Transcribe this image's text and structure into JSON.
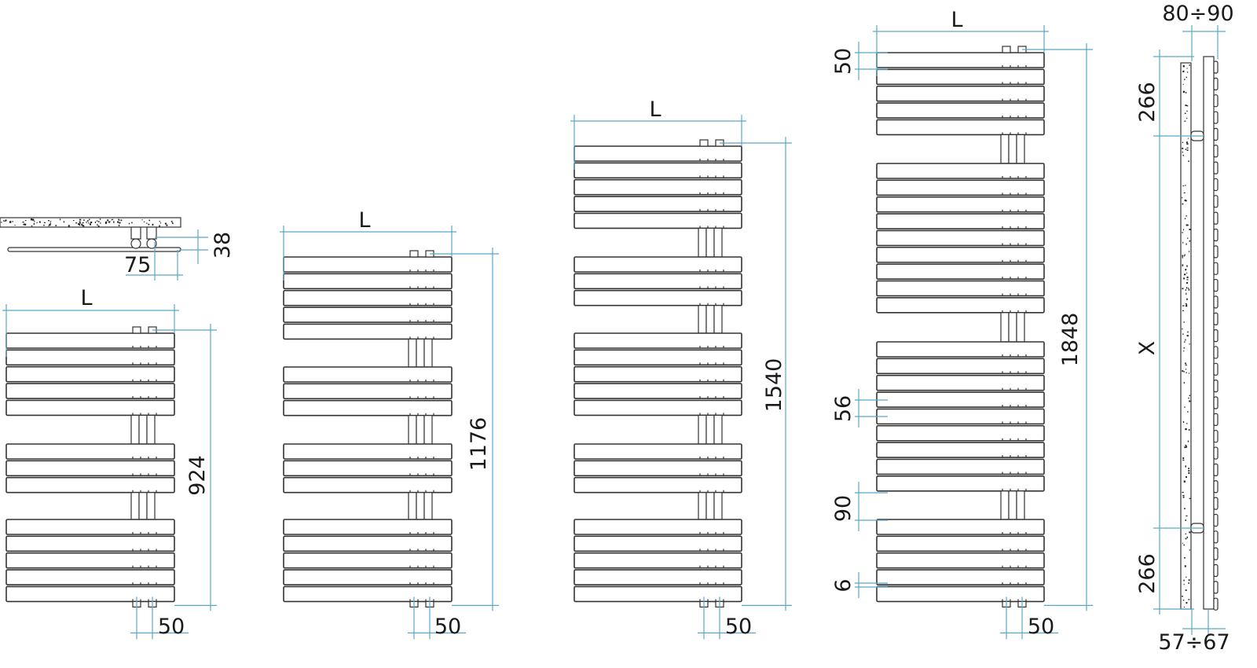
{
  "title": "Towel radiator dimension drawing",
  "colors": {
    "dimension_line": "#5aa7c8",
    "outline": "#333333"
  },
  "detail_top": {
    "offset_label": "75",
    "depth_label": "38"
  },
  "radiators": [
    {
      "width_label": "L",
      "height_label": "924",
      "spacing_label": "50"
    },
    {
      "width_label": "L",
      "height_label": "1176",
      "spacing_label": "50"
    },
    {
      "width_label": "L",
      "height_label": "1540",
      "spacing_label": "50"
    },
    {
      "width_label": "L",
      "height_label": "1848",
      "spacing_label": "50",
      "extra": {
        "top_tube": "50",
        "tube_pitch": "56",
        "group_gap": "90",
        "tube_gap": "6"
      }
    }
  ],
  "side_view": {
    "depth_label": "80÷90",
    "top_bracket": "266",
    "bracket_span": "X",
    "bottom_bracket": "266",
    "wall_gap": "57÷67"
  }
}
